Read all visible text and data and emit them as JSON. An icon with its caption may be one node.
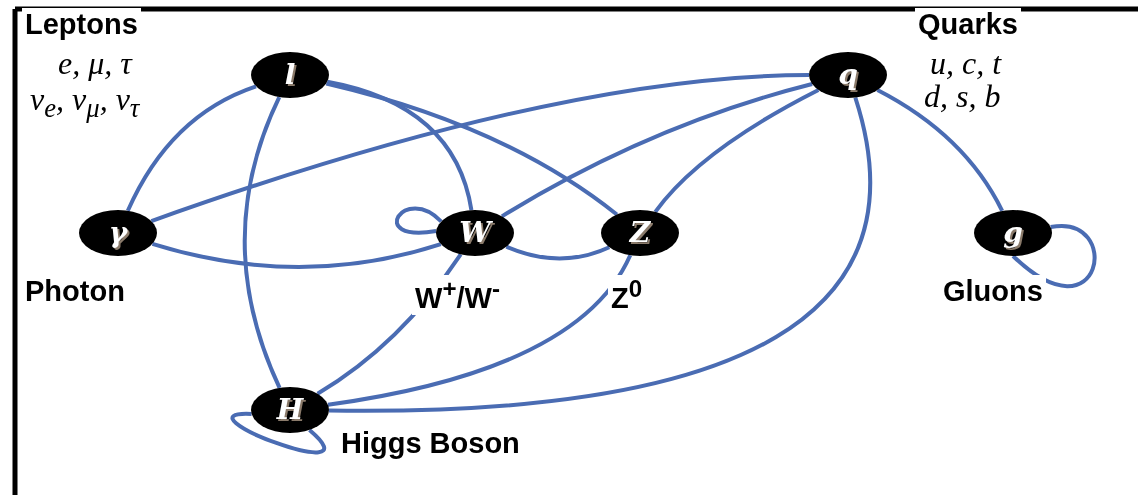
{
  "diagram": {
    "nodes": [
      {
        "text": [
          "l"
        ],
        "beside": [
          "Leptons",
          "e, μ, τ",
          "ν$_{e}$, ν$_{μ}$, ν$_{τ}$"
        ]
      },
      {
        "text": [
          "q"
        ],
        "beside": [
          "Quarks",
          "u, c, t",
          "d, s, b"
        ]
      },
      {
        "text": [
          "γ"
        ],
        "beside": [
          "Photon"
        ]
      },
      {
        "text": [
          "W"
        ],
        "beside": [
          "W$^{+}$/W$^{-}$"
        ]
      },
      {
        "text": [
          "Z"
        ],
        "beside": [
          "Z$^{0}$"
        ]
      },
      {
        "text": [
          "g"
        ],
        "beside": [
          "Gluons"
        ]
      },
      {
        "text": [
          "H"
        ],
        "beside": [
          "Higgs Boson"
        ]
      }
    ],
    "edges": [
      {
        "from": 0,
        "to": 2,
        "arrow": "none"
      },
      {
        "from": 0,
        "to": 6,
        "arrow": "none"
      },
      {
        "from": 0,
        "to": 3,
        "arrow": "none"
      },
      {
        "from": 0,
        "to": 4,
        "arrow": "none"
      },
      {
        "from": 1,
        "to": 2,
        "arrow": "none"
      },
      {
        "from": 1,
        "to": 3,
        "arrow": "none"
      },
      {
        "from": 1,
        "to": 4,
        "arrow": "none"
      },
      {
        "from": 1,
        "to": 6,
        "arrow": "none"
      },
      {
        "from": 1,
        "to": 5,
        "arrow": "none"
      },
      {
        "from": 2,
        "to": 3,
        "arrow": "none"
      },
      {
        "from": 3,
        "to": 3,
        "arrow": "none"
      },
      {
        "from": 3,
        "to": 4,
        "arrow": "none"
      },
      {
        "from": 3,
        "to": 6,
        "arrow": "none"
      },
      {
        "from": 4,
        "to": 6,
        "arrow": "none"
      },
      {
        "from": 5,
        "to": 5,
        "arrow": "none"
      },
      {
        "from": 6,
        "to": 6,
        "arrow": "none"
      }
    ]
  }
}
